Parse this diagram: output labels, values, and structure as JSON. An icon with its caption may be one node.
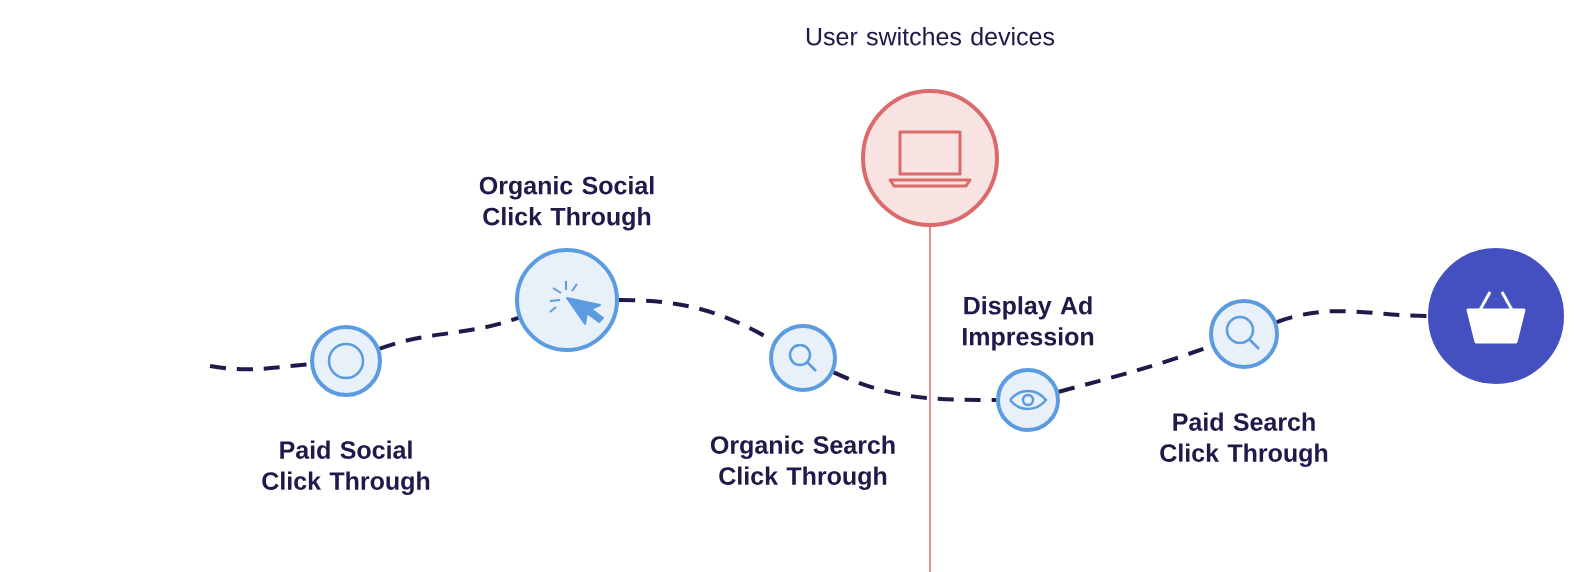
{
  "diagram": {
    "nodes": [
      {
        "text": [
          "Paid Social Click Through"
        ]
      },
      {
        "text": [
          "Organic Social Click Through"
        ]
      },
      {
        "text": [
          "Organic Search Click Through"
        ]
      },
      {
        "text": [
          "User switches devices"
        ]
      },
      {
        "text": [
          "Display Ad Impression"
        ]
      },
      {
        "text": [
          "Paid Search Click Through"
        ]
      },
      {
        "text": [],
        "shape": "circle"
      }
    ],
    "edges": [
      {
        "from": null,
        "to": 0,
        "arrow": "none",
        "style": "dashed"
      },
      {
        "from": 0,
        "to": 1,
        "arrow": "none",
        "style": "dashed"
      },
      {
        "from": 1,
        "to": 2,
        "arrow": "none",
        "style": "dashed"
      },
      {
        "from": 2,
        "to": 4,
        "arrow": "none",
        "style": "dashed"
      },
      {
        "from": 4,
        "to": 5,
        "arrow": "none",
        "style": "dashed"
      },
      {
        "from": 5,
        "to": 6,
        "arrow": "none",
        "style": "dashed"
      },
      {
        "from": 3,
        "to": null,
        "arrow": "none",
        "color": "#e06a6a"
      }
    ]
  }
}
